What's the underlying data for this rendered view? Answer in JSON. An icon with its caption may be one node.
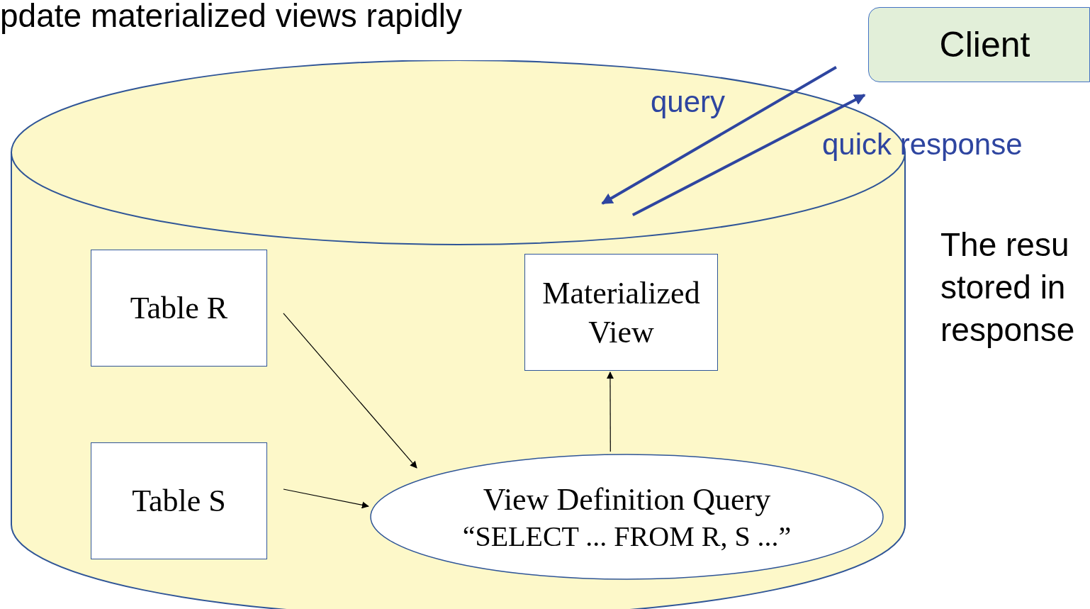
{
  "diagram": {
    "title": "pdate materialized views rapidly",
    "nodes": [
      {
        "text": [],
        "shape": "cylinder"
      },
      {
        "text": [
          "Client"
        ]
      },
      {
        "text": [
          "Table R"
        ],
        "in": 0
      },
      {
        "text": [
          "Table S"
        ],
        "in": 0
      },
      {
        "text": [
          "Materialized View"
        ],
        "in": 0
      },
      {
        "text": [
          "View Definition Query",
          "“SELECT ... FROM R, S ...”"
        ],
        "in": 0
      }
    ],
    "edges": [
      {
        "from": 1,
        "to": 0,
        "arrow": "to",
        "label": "query",
        "style": "thick",
        "color": "#2e45a0"
      },
      {
        "from": 0,
        "to": 1,
        "arrow": "to",
        "label": "quick response",
        "style": "thick",
        "color": "#2e45a0"
      },
      {
        "from": 2,
        "to": 5,
        "arrow": "to"
      },
      {
        "from": 3,
        "to": 5,
        "arrow": "to"
      },
      {
        "from": 5,
        "to": 4,
        "arrow": "to"
      }
    ],
    "labels": [
      "The resu stored in response"
    ]
  }
}
